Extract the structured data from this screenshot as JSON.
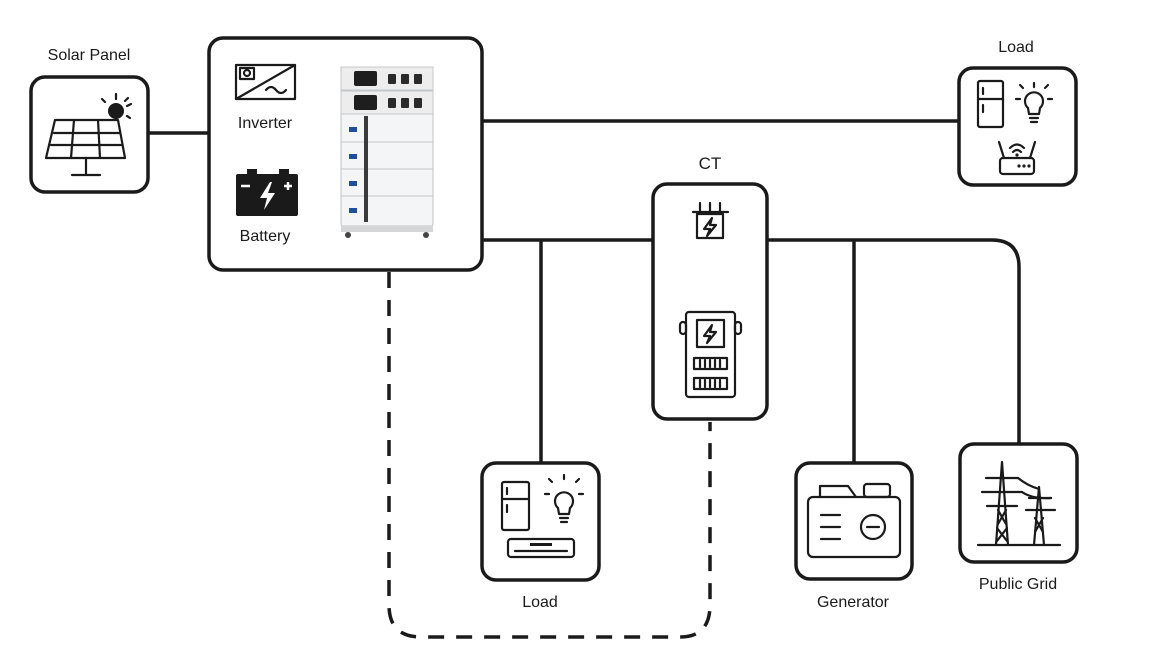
{
  "nodes": {
    "solar_panel": {
      "label": "Solar Panel"
    },
    "inverter": {
      "label": "Inverter"
    },
    "battery": {
      "label": "Battery"
    },
    "load_top": {
      "label": "Load"
    },
    "ct": {
      "label": "CT"
    },
    "load_bottom": {
      "label": "Load"
    },
    "generator": {
      "label": "Generator"
    },
    "public_grid": {
      "label": "Public Grid"
    }
  },
  "icons": {
    "solar_panel": "solar-panel-icon",
    "inverter": "inverter-icon",
    "battery": "battery-icon",
    "battery_stack": "battery-stack-icon",
    "fridge": "fridge-icon",
    "bulb": "light-bulb-icon",
    "router": "wifi-router-icon",
    "ct_clamp": "current-transformer-icon",
    "meter": "energy-meter-icon",
    "air_conditioner": "air-conditioner-icon",
    "generator": "generator-icon",
    "pylon": "power-pylon-icon"
  },
  "colors": {
    "line": "#1a1a1a",
    "background": "#ffffff"
  }
}
